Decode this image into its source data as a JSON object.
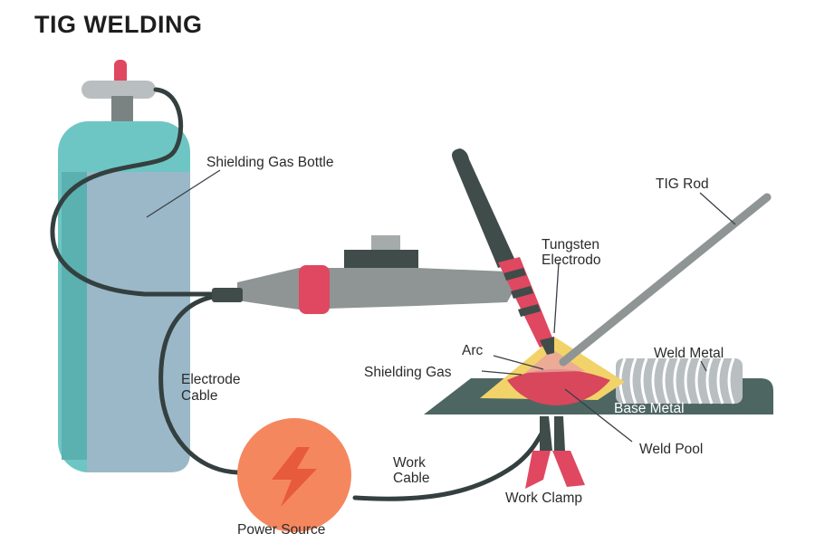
{
  "title": "TIG WELDING",
  "labels": {
    "shielding_gas_bottle": "Shielding Gas Bottle",
    "tig_rod": "TIG Rod",
    "tungsten_line1": "Tungsten",
    "tungsten_line2": "Electrodo",
    "arc": "Arc",
    "shielding_gas": "Shielding Gas",
    "weld_metal": "Weld Metal",
    "base_metal": "Base Metal",
    "weld_pool": "Weld Pool",
    "electrode_cable_line1": "Electrode",
    "electrode_cable_line2": "Cable",
    "work_cable_line1": "Work",
    "work_cable_line2": "Cable",
    "work_clamp": "Work Clamp",
    "power_source": "Power Source"
  },
  "icons": {
    "power": "lightning-bolt-icon"
  },
  "colors": {
    "bottle": "#6ec6c4",
    "bottle_dark": "#5bb0b0",
    "bottle_panel": "#9bb8c9",
    "accent_red": "#e04760",
    "pool_red": "#d8475b",
    "torch_gray": "#8e9594",
    "dark": "#3a4a48",
    "base_metal": "#4d6662",
    "shield_yellow": "#f2d36a",
    "power_orange": "#f5875f",
    "cable": "#34403f"
  }
}
